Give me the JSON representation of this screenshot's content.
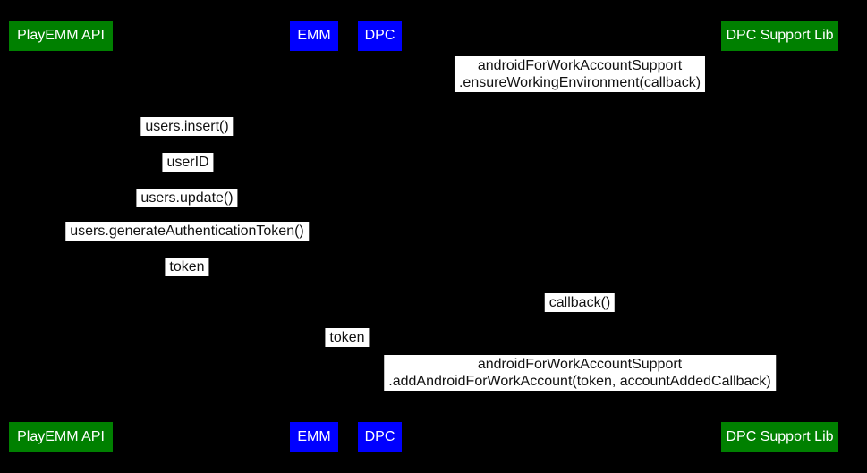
{
  "diagram": {
    "type": "sequence-diagram",
    "background": "#000000",
    "colors": {
      "participant_green": "#008000",
      "participant_blue": "#0000ff",
      "participant_text": "#ffffff",
      "message_bg": "#ffffff",
      "message_text": "#111111"
    },
    "participants": [
      {
        "label": "PlayEMM API",
        "color": "#008000"
      },
      {
        "label": "EMM",
        "color": "#0000ff"
      },
      {
        "label": "DPC",
        "color": "#0000ff"
      },
      {
        "label": "DPC Support Lib",
        "color": "#008000"
      }
    ],
    "messages": [
      {
        "line1": "androidForWorkAccountSupport",
        "line2": ".ensureWorkingEnvironment(callback)"
      },
      {
        "line1": "users.insert()"
      },
      {
        "line1": "userID"
      },
      {
        "line1": "users.update()"
      },
      {
        "line1": "users.generateAuthenticationToken()"
      },
      {
        "line1": "token"
      },
      {
        "line1": "callback()"
      },
      {
        "line1": "token"
      },
      {
        "line1": "androidForWorkAccountSupport",
        "line2": ".addAndroidForWorkAccount(token, accountAddedCallback)"
      }
    ]
  }
}
